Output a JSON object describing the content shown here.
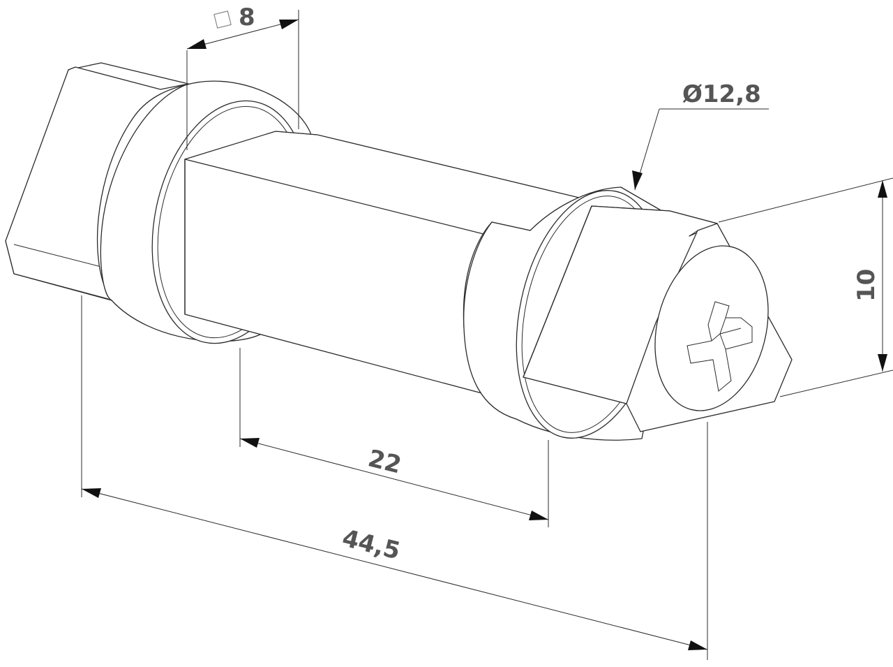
{
  "dimensions": {
    "square_size": "8",
    "diameter": "Ø12,8",
    "height": "10",
    "inner_length": "22",
    "overall_length": "44,5"
  }
}
